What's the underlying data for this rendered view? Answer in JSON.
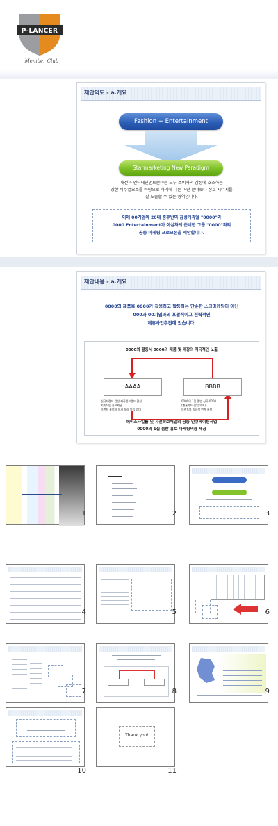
{
  "logo": {
    "brand": "P-LANCER",
    "club": "Member Club"
  },
  "slide_a": {
    "title": "제안의도 - a.개요",
    "pill_top": "Fashion + Entertainment",
    "pill_bottom": "Starmarketing New Paradigm",
    "desc": [
      "패션과 엔터테인먼트분야는 모두 소비자의 감성에 호소하는",
      "강한 비주얼요소를 바탕으로 하기에 다른 어떤 분야보다 상호 시너지를",
      "잘 도출할 수 있는 영역입니다."
    ],
    "box": [
      "이에 00기업의 20대 중후반의 감성캐쥬얼 \"0000\"와",
      "0000 Entertainment가 야심차게 준비한 그룹 \"0000\"와의",
      "공동 마케팅 프로모션을 제안합니다."
    ]
  },
  "slide_b": {
    "title": "제안내용 - a.개요",
    "intro": [
      "0000의 제품을 0000가 착용하고 활동하는 단순한 스타마케팅이 아닌",
      "000과 00기업과의 포괄적이고 전략적인",
      "제휴사업추진에 있습니다."
    ],
    "caption": "0000의 활동시 0000의 제품 및 매장의 직극적인 노출",
    "node_a": "AAAA",
    "node_b": "BBBB",
    "note_a": [
      "신규브랜드 감성 캐쥬얼브랜드 런칭",
      "지속적인 홍보채널",
      "브랜드 홍보와 동시 매장 유입 증대"
    ],
    "note_b": [
      "0000의 1집 앨범 신곡 0000",
      "(멜론차트 진입 목표)",
      "브랜드와 직접적 연계 홍보"
    ],
    "foot": [
      "에비스타일를 및 사전확보채널의 공동 인큐베이팅작업",
      "0000의 1집 음반 홍보 마케팅비용 제공"
    ]
  },
  "thumbs": [
    {
      "num": "1"
    },
    {
      "num": "2"
    },
    {
      "num": "3"
    },
    {
      "num": "4"
    },
    {
      "num": "5"
    },
    {
      "num": "6"
    },
    {
      "num": "7"
    },
    {
      "num": "8"
    },
    {
      "num": "9"
    },
    {
      "num": "10"
    },
    {
      "num": "11",
      "text": "Thank you!"
    }
  ]
}
